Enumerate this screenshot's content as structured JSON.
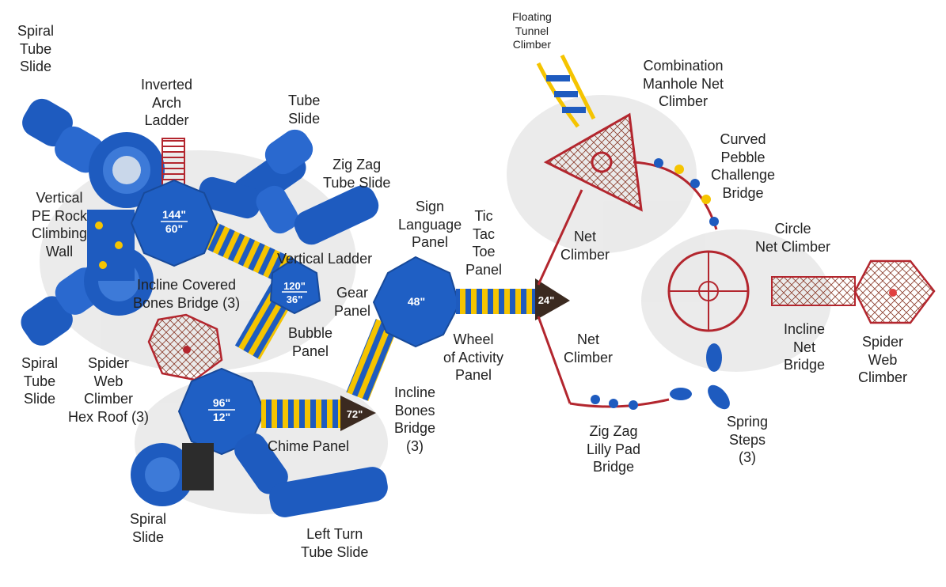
{
  "labels": {
    "spiral_tube_slide_top": "Spiral\nTube\nSlide",
    "inverted_arch_ladder": "Inverted\nArch\nLadder",
    "tube_slide": "Tube\nSlide",
    "zig_zag_tube_slide": "Zig Zag\nTube Slide",
    "vertical_pe_rock_wall": "Vertical\nPE Rock\nClimbing\nWall",
    "incline_covered_bones_bridge": "Incline Covered\nBones Bridge (3)",
    "vertical_ladder": "Vertical Ladder",
    "bubble_panel": "Bubble\nPanel",
    "spiral_tube_slide_bottom": "Spiral\nTube\nSlide",
    "spider_web_hex_roof": "Spider\nWeb\nClimber\nHex Roof (3)",
    "spiral_slide": "Spiral\nSlide",
    "chime_panel": "Chime Panel",
    "left_turn_tube_slide": "Left Turn\nTube Slide",
    "sign_language_panel": "Sign\nLanguage\nPanel",
    "tic_tac_toe_panel": "Tic\nTac\nToe\nPanel",
    "gear_panel": "Gear\nPanel",
    "wheel_of_activity_panel": "Wheel\nof Activity\nPanel",
    "incline_bones_bridge": "Incline\nBones\nBridge\n(3)",
    "floating_tunnel_climber": "Floating\nTunnel\nClimber",
    "combination_manhole_net_climber": "Combination\nManhole Net\nClimber",
    "curved_pebble_challenge_bridge": "Curved\nPebble\nChallenge\nBridge",
    "net_climber_top": "Net\nClimber",
    "net_climber_bottom": "Net\nClimber",
    "circle_net_climber": "Circle\nNet Climber",
    "incline_net_bridge": "Incline\nNet\nBridge",
    "spider_web_climber": "Spider\nWeb\nClimber",
    "zig_zag_lilly_pad_bridge": "Zig Zag\nLilly Pad\nBridge",
    "spring_steps": "Spring\nSteps\n(3)"
  },
  "roofs": {
    "roof_144_top": "144\"",
    "roof_144_bottom": "60\"",
    "roof_120_top": "120\"",
    "roof_120_bottom": "36\"",
    "roof_96_top": "96\"",
    "roof_96_bottom": "12\"",
    "deck_48": "48\"",
    "deck_72": "72\"",
    "deck_24": "24\""
  },
  "colors": {
    "roof_blue": "#1f5fc4",
    "slide_blue": "#1e5bbf",
    "bridge_yellow": "#f5c400",
    "frame_red": "#b3262e",
    "deck_dark": "#3b2a20"
  }
}
